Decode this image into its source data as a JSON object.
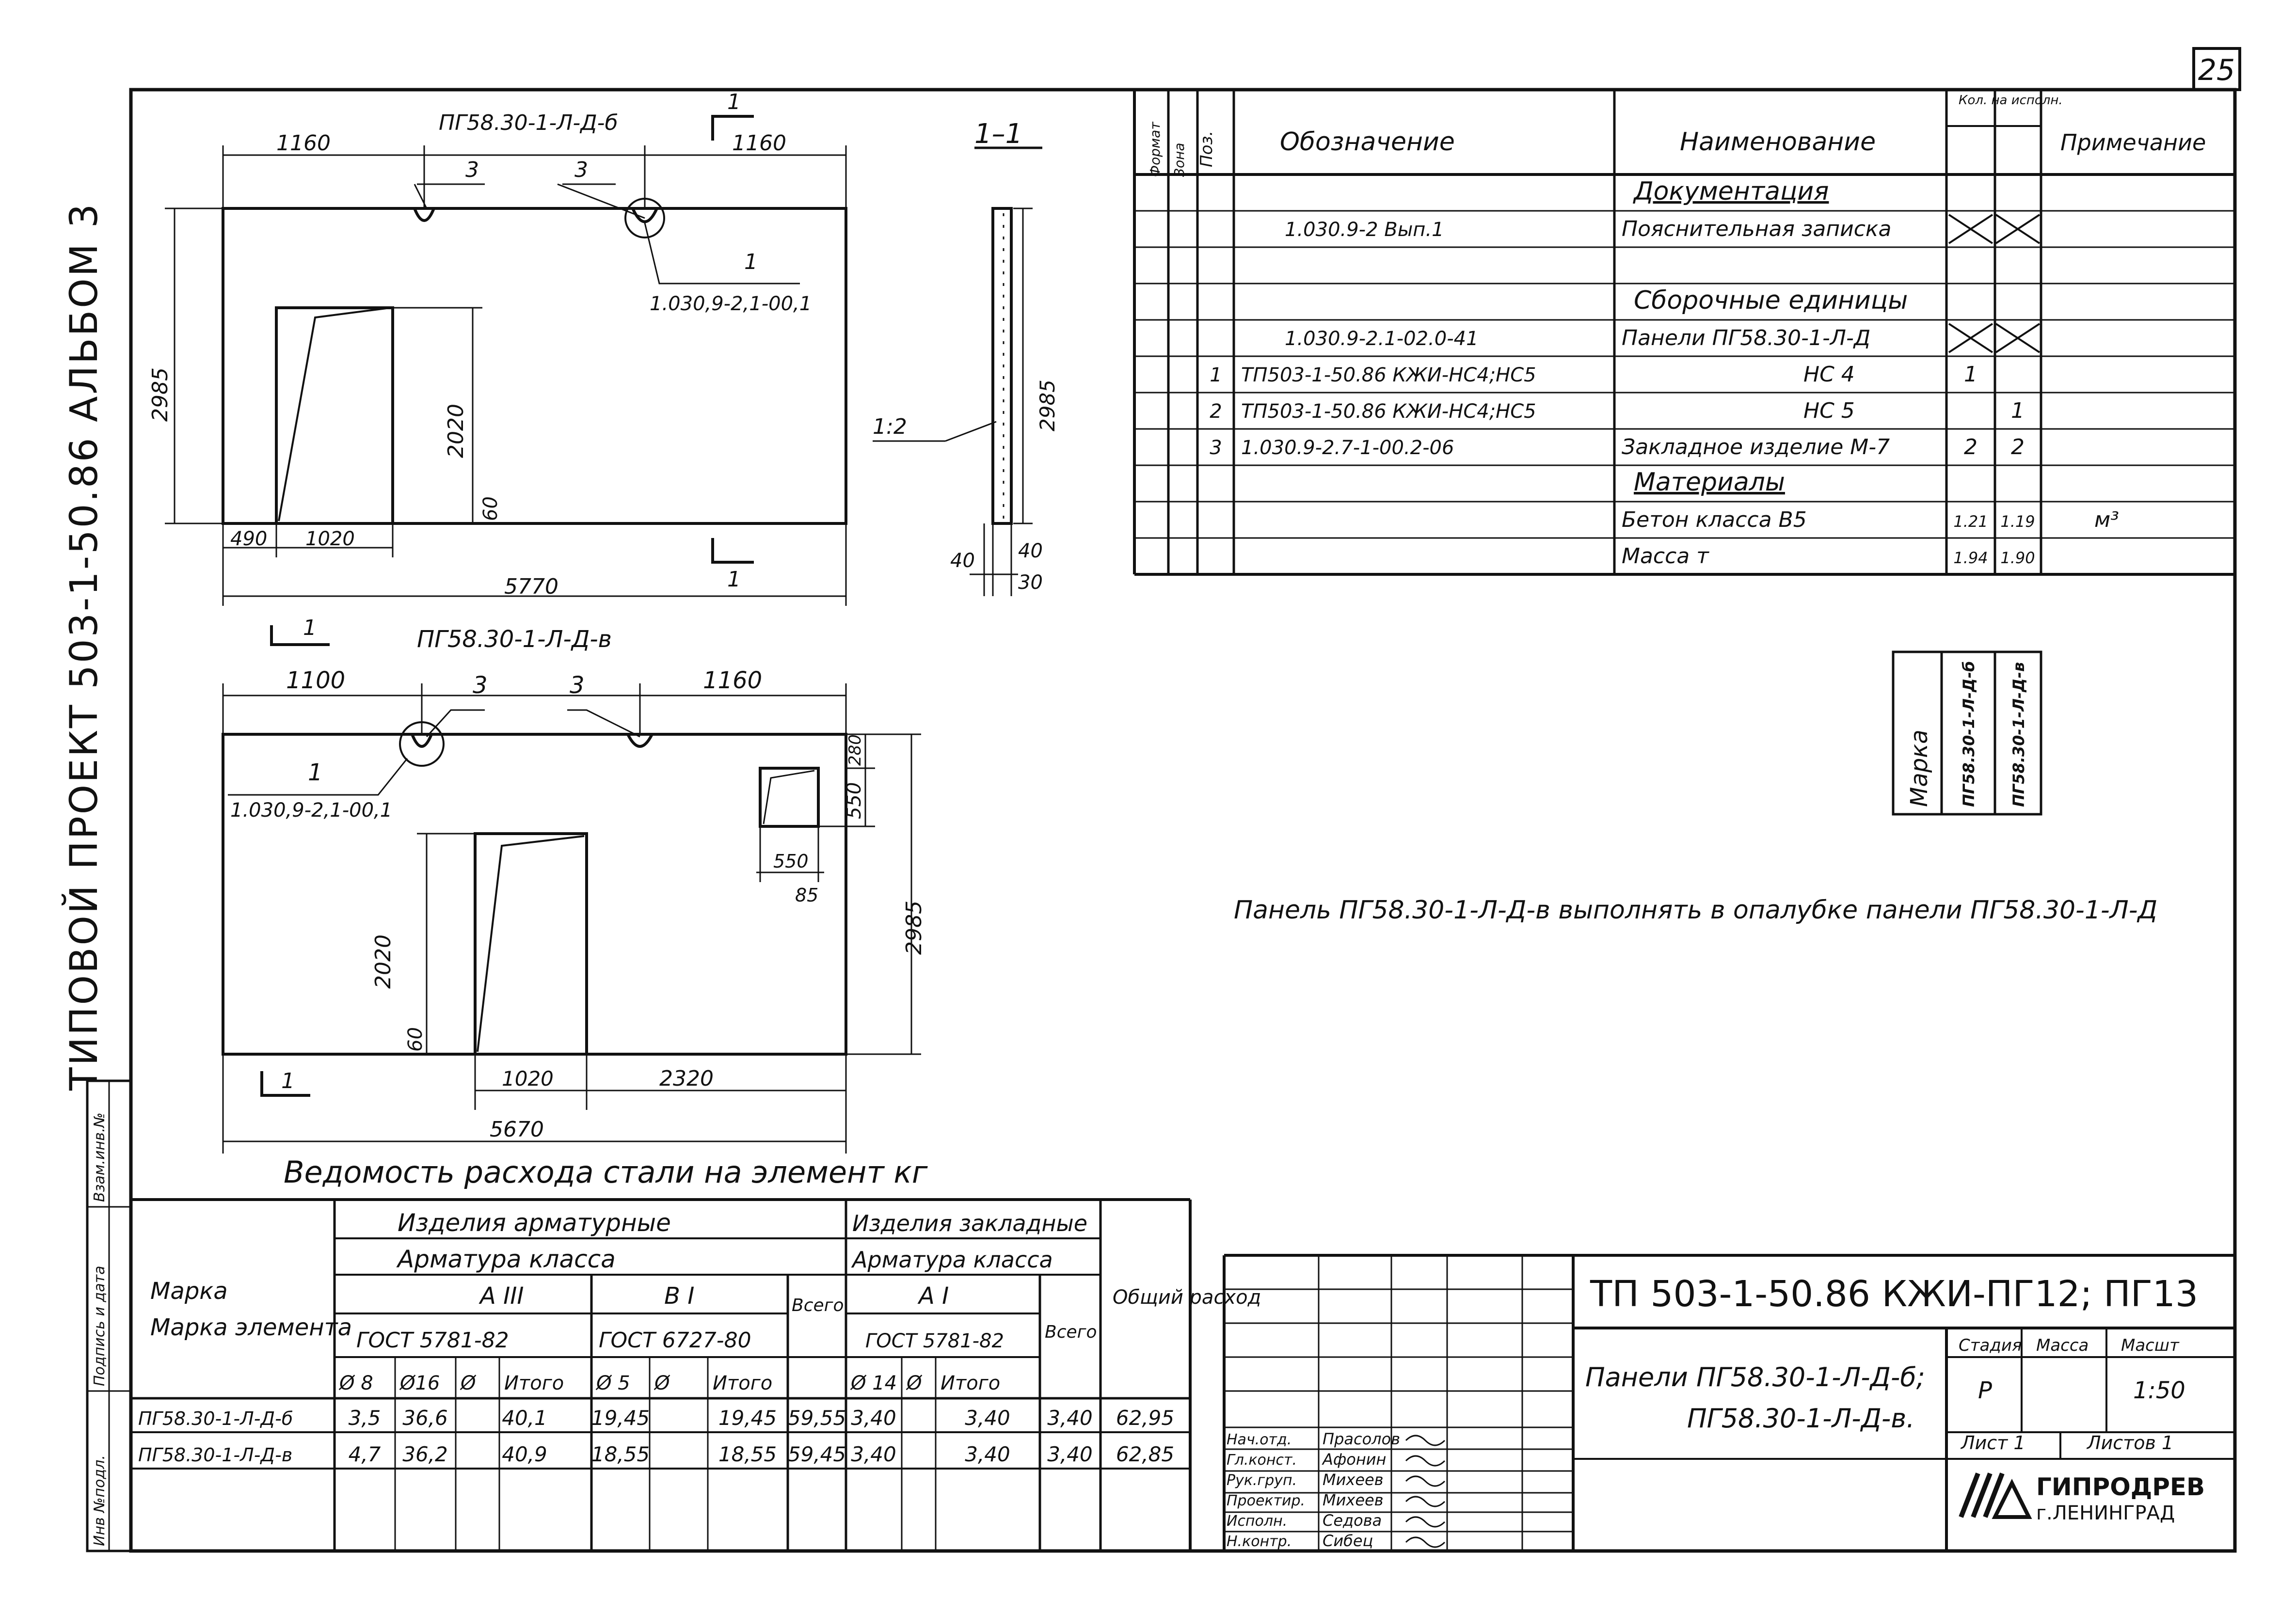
{
  "sheet": {
    "page_number": "25",
    "side_title": "ТИПОВОЙ ПРОЕКТ  503-1-50.86  АЛЬБОМ 3",
    "side_strip": [
      "Инв №подл.",
      "Подпись и дата",
      "Взам.инв.№"
    ]
  },
  "drawing_top": {
    "mark_b": "ПГ58.30-1-Л-Д-б",
    "mark_v": "ПГ58.30-1-Л-Д-в",
    "pos_callout": "3",
    "pos_callout_1": "1",
    "doc_ref": "1.030,9-2,1-00,1",
    "section_mark": "1",
    "dims": {
      "d1160a": "1160",
      "d1160b": "1160",
      "d2985": "2985",
      "d2020": "2020",
      "d60": "60",
      "d490": "490",
      "d1020": "1020",
      "d5770": "5770"
    }
  },
  "section": {
    "title": "1–1",
    "scale": "1:2",
    "d2985": "2985",
    "d40a": "40",
    "d40b": "40",
    "d30": "30"
  },
  "drawing_bottom": {
    "dims": {
      "d1100": "1100",
      "d1160": "1160",
      "d280": "280",
      "d550a": "550",
      "d550b": "550",
      "d85": "85",
      "d2985": "2985",
      "d2020": "2020",
      "d60": "60",
      "d1020": "1020",
      "d2320": "2320",
      "d5670": "5670"
    },
    "pos_callout": "3",
    "pos_callout_1": "1",
    "doc_ref": "1.030,9-2,1-00,1",
    "section_mark": "1"
  },
  "spec": {
    "headers": {
      "format": "Формат",
      "zone": "Зона",
      "pos": "Поз.",
      "designation": "Обозначение",
      "name": "Наименование",
      "qty": "Кол. на исполн.",
      "note": "Примечание"
    },
    "rows": [
      {
        "pos": "",
        "designation": "",
        "name": "Документация",
        "q1": "",
        "q2": "",
        "note": ""
      },
      {
        "pos": "",
        "designation": "1.030.9-2  Вып.1",
        "name": "Пояснительная записка",
        "q1": "X",
        "q2": "X",
        "note": ""
      },
      {
        "pos": "",
        "designation": "",
        "name": "",
        "q1": "",
        "q2": "",
        "note": ""
      },
      {
        "pos": "",
        "designation": "",
        "name": "Сборочные  единицы",
        "q1": "",
        "q2": "",
        "note": ""
      },
      {
        "pos": "",
        "designation": "1.030.9-2.1-02.0-41",
        "name": "Панели ПГ58.30-1-Л-Д",
        "q1": "X",
        "q2": "X",
        "note": ""
      },
      {
        "pos": "1",
        "designation": "ТП503-1-50.86 КЖИ-НС4;НС5",
        "name": "НС 4",
        "q1": "1",
        "q2": "",
        "note": ""
      },
      {
        "pos": "2",
        "designation": "ТП503-1-50.86 КЖИ-НС4;НС5",
        "name": "НС 5",
        "q1": "",
        "q2": "1",
        "note": ""
      },
      {
        "pos": "3",
        "designation": "1.030.9-2.7-1-00.2-06",
        "name": "Закладное изделие    М-7",
        "q1": "2",
        "q2": "2",
        "note": ""
      },
      {
        "pos": "",
        "designation": "",
        "name": "Материалы",
        "q1": "",
        "q2": "",
        "note": ""
      },
      {
        "pos": "",
        "designation": "",
        "name": "Бетон  класса В5",
        "q1": "1.21",
        "q2": "1.19",
        "note": "м³"
      },
      {
        "pos": "",
        "designation": "",
        "name": "Масса     т",
        "q1": "1.94",
        "q2": "1.90",
        "note": ""
      }
    ],
    "marka_label": "Марка",
    "marka_1": "ПГ58.30-1-Л-Д-б",
    "marka_2": "ПГ58.30-1-Л-Д-в"
  },
  "note_text": "Панель ПГ58.30-1-Л-Д-в  выполнять в опалубке панели ПГ58.30-1-Л-Д",
  "steel": {
    "title": "Ведомость расхода стали на элемент кг",
    "h_element": "Марка элемента",
    "h_arm": "Изделия арматурные",
    "h_arm_class": "Арматура   класса",
    "h_a3": "А III",
    "h_b1": "В I",
    "h_gost_a3": "ГОСТ 5781-82",
    "h_gost_b1": "ГОСТ 6727-80",
    "h_total1": "Всего",
    "h_zakl": "Изделия закладные",
    "h_zakl_class": "Арматура класса",
    "h_a1": "А I",
    "h_gost_a1": "ГОСТ 5781-82",
    "h_total2": "Всего",
    "h_overall": "Общий расход",
    "sub": [
      "Ø 8",
      "Ø16",
      "Ø",
      "Итого",
      "Ø 5",
      "Ø",
      "Итого",
      "Ø 14",
      "Ø",
      "Итого"
    ],
    "rows": [
      {
        "mark": "ПГ58.30-1-Л-Д-б",
        "v": [
          "3,5",
          "36,6",
          "",
          "40,1",
          "19,45",
          "",
          "19,45",
          "59,55",
          "3,40",
          "",
          "3,40",
          "3,40",
          "62,95"
        ]
      },
      {
        "mark": "ПГ58.30-1-Л-Д-в",
        "v": [
          "4,7",
          "36,2",
          "",
          "40,9",
          "18,55",
          "",
          "18,55",
          "59,45",
          "3,40",
          "",
          "3,40",
          "3,40",
          "62,85"
        ]
      }
    ]
  },
  "title_block": {
    "code": "ТП  503-1-50.86  КЖИ-ПГ12; ПГ13",
    "name_1": "Панели ПГ58.30-1-Л-Д-б;",
    "name_2": "ПГ58.30-1-Л-Д-в.",
    "h_stage": "Стадия",
    "h_mass": "Масса",
    "h_scale": "Масшт",
    "stage": "Р",
    "scale": "1:50",
    "sheet": "Лист 1",
    "sheets": "Листов 1",
    "org_1": "ГИПРОДРЕВ",
    "org_2": "г.ЛЕНИНГРАД",
    "staff": [
      {
        "role": "Нач.отд.",
        "name": "Прасолов"
      },
      {
        "role": "Гл.конст.",
        "name": "Афонин"
      },
      {
        "role": "Рук.груп.",
        "name": "Михеев"
      },
      {
        "role": "Проектир.",
        "name": "Михеев"
      },
      {
        "role": "Исполн.",
        "name": "Седова"
      },
      {
        "role": "Н.контр.",
        "name": "Сибец"
      }
    ]
  }
}
